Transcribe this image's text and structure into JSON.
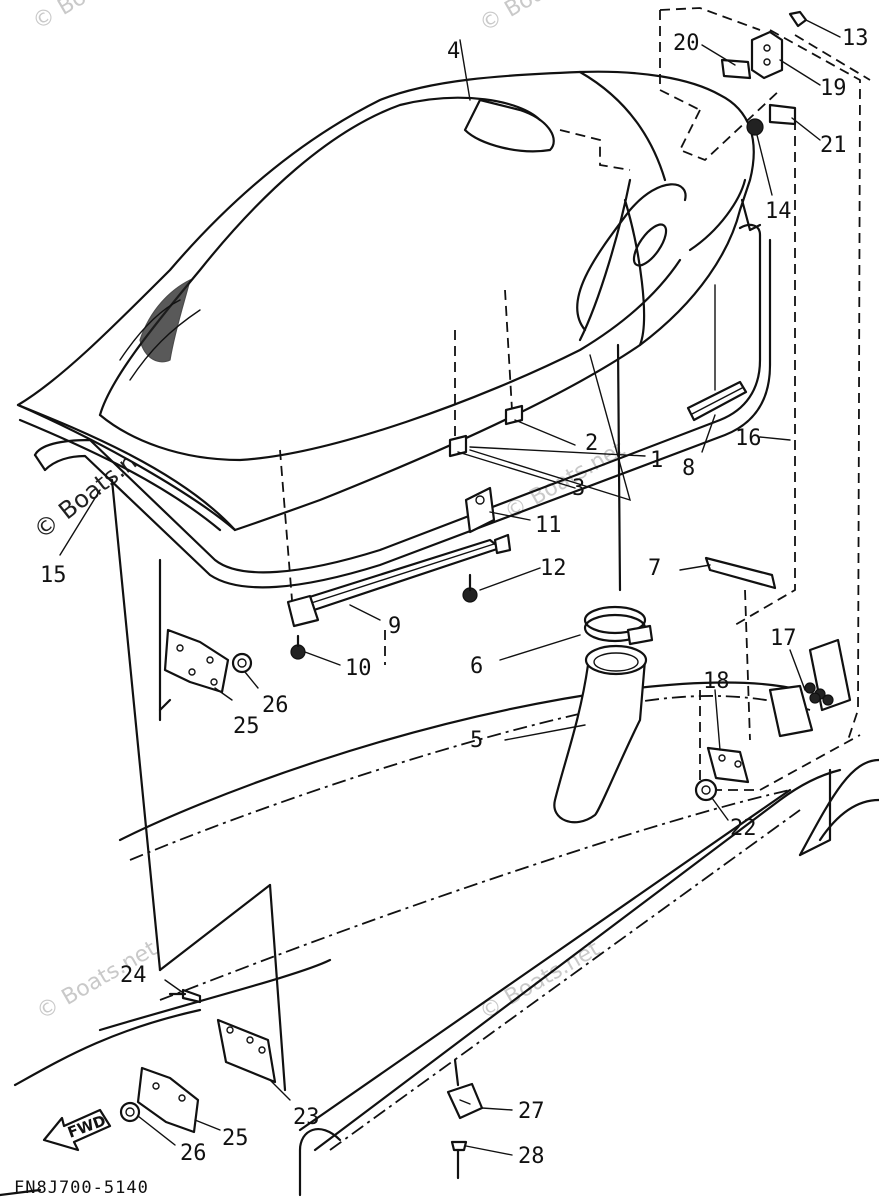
{
  "diagram": {
    "drawing_code": "FN8J700-5140",
    "direction_label": "FWD",
    "watermark": "© Boats.net",
    "callouts": [
      "1",
      "2",
      "3",
      "4",
      "5",
      "6",
      "7",
      "8",
      "9",
      "10",
      "11",
      "12",
      "13",
      "14",
      "15",
      "16",
      "17",
      "18",
      "19",
      "20",
      "21",
      "22",
      "23",
      "24",
      "25",
      "25",
      "26",
      "26",
      "27",
      "28"
    ]
  }
}
